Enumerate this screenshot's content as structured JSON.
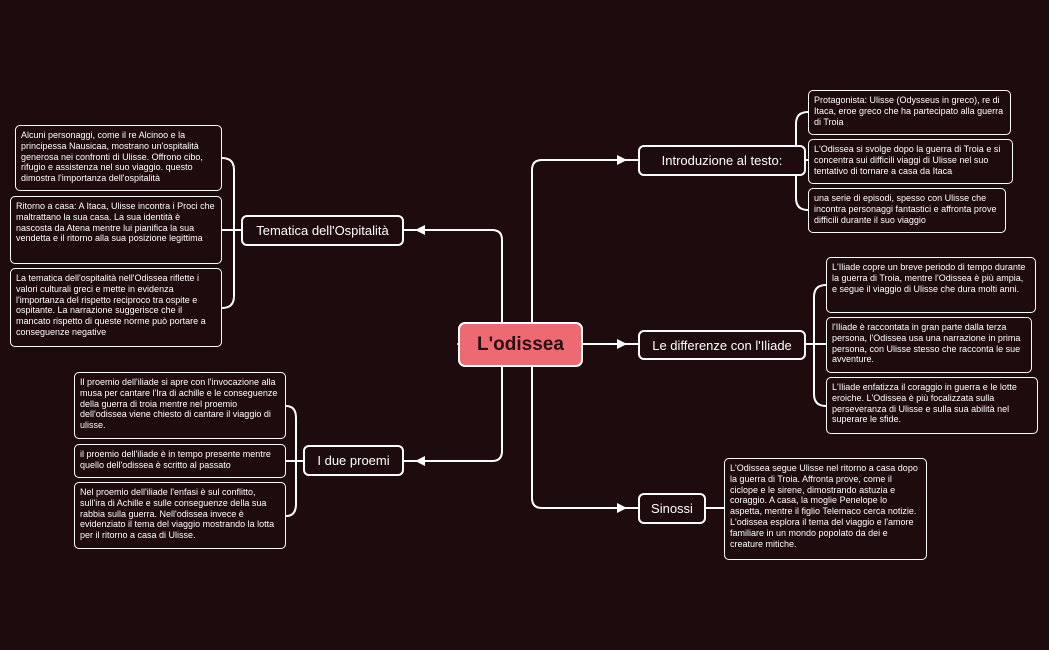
{
  "central": "L'odissea",
  "topics": {
    "intro": {
      "label": "Introduzione al testo:",
      "items": [
        "Protagonista: Ulisse (Odysseus in greco), re di Itaca, eroe greco che ha partecipato alla guerra di Troia",
        "L'Odissea si svolge dopo la guerra di Troia e si concentra sui difficili viaggi di Ulisse nel suo tentativo di tornare a casa da Itaca",
        "una serie di episodi, spesso con Ulisse che incontra personaggi fantastici e affronta prove difficili durante il suo viaggio"
      ]
    },
    "differenze": {
      "label": "Le differenze con l'Iliade",
      "items": [
        "L'Iliade copre un breve periodo di tempo durante la guerra di Troia, mentre l'Odissea è più ampia, e segue il viaggio di Ulisse che dura molti anni.",
        "l'Iliade è raccontata in gran parte dalla terza persona, l'Odissea usa una narrazione in prima persona, con Ulisse stesso che racconta le sue avventure.",
        "L'Iliade enfatizza il coraggio in guerra e le lotte eroiche. L'Odissea è più focalizzata sulla perseveranza di Ulisse e sulla sua abilità nel superare le sfide."
      ]
    },
    "sinossi": {
      "label": "Sinossi",
      "items": [
        "L'Odissea segue Ulisse nel ritorno a casa dopo la guerra di Troia. Affronta prove, come il ciclope e le sirene, dimostrando astuzia e coraggio. A casa, la moglie Penelope lo aspetta, mentre il figlio Telemaco cerca notizie. L'odissea esplora il tema del viaggio e l'amore familiare in un mondo popolato da dei e creature mitiche."
      ]
    },
    "ospitalita": {
      "label": "Tematica dell'Ospitalità",
      "items": [
        "Alcuni personaggi, come il re Alcinoo e la principessa Nausicaa, mostrano un'ospitalità generosa nei confronti di Ulisse. Offrono cibo, rifugio e assistenza nel suo viaggio. questo dimostra l'importanza dell'ospitalità",
        "Ritorno a casa: A Itaca, Ulisse incontra i Proci che maltrattano la sua casa. La sua identità è nascosta da Atena mentre lui pianifica la sua vendetta e il ritorno alla sua posizione legittima",
        "La tematica dell'ospitalità nell'Odissea riflette i valori culturali greci e mette in evidenza l'importanza del rispetto reciproco tra ospite e ospitante. La narrazione suggerisce che il mancato rispetto di queste norme può portare a conseguenze negative"
      ]
    },
    "proemi": {
      "label": "I due proemi",
      "items": [
        "Il proemio dell'iliade si apre con l'invocazione alla musa per cantare l'Ira di achille e le conseguenze della guerra di troia mentre nel proemio dell'odissea viene chiesto di cantare il viaggio di ulisse.",
        "il proemio dell'iliade è in tempo presente mentre quello dell'odissea è scritto al passato",
        "Nel proemio dell'iliade l'enfasi è sul conflitto, sull'ira di Achille e sulle conseguenze della sua rabbia sulla guerra. Nell'odissea invece è evidenziato il tema del viaggio mostrando la lotta per il ritorno a casa di Ulisse."
      ]
    }
  }
}
